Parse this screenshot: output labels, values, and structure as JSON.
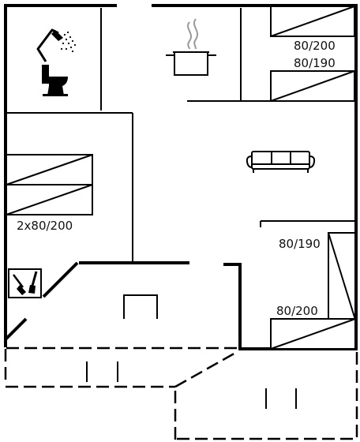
{
  "beds": [
    {
      "label": "80/200"
    },
    {
      "label": "80/190"
    },
    {
      "label": "2x80/200"
    },
    {
      "label": "80/190"
    },
    {
      "label": "80/200"
    }
  ],
  "icons": [
    "shower-icon",
    "toilet-icon",
    "cooking-pot-icon",
    "sofa-icon",
    "cleaning-tools-icon"
  ],
  "colors": {
    "ink": "#000000",
    "background": "#ffffff"
  }
}
